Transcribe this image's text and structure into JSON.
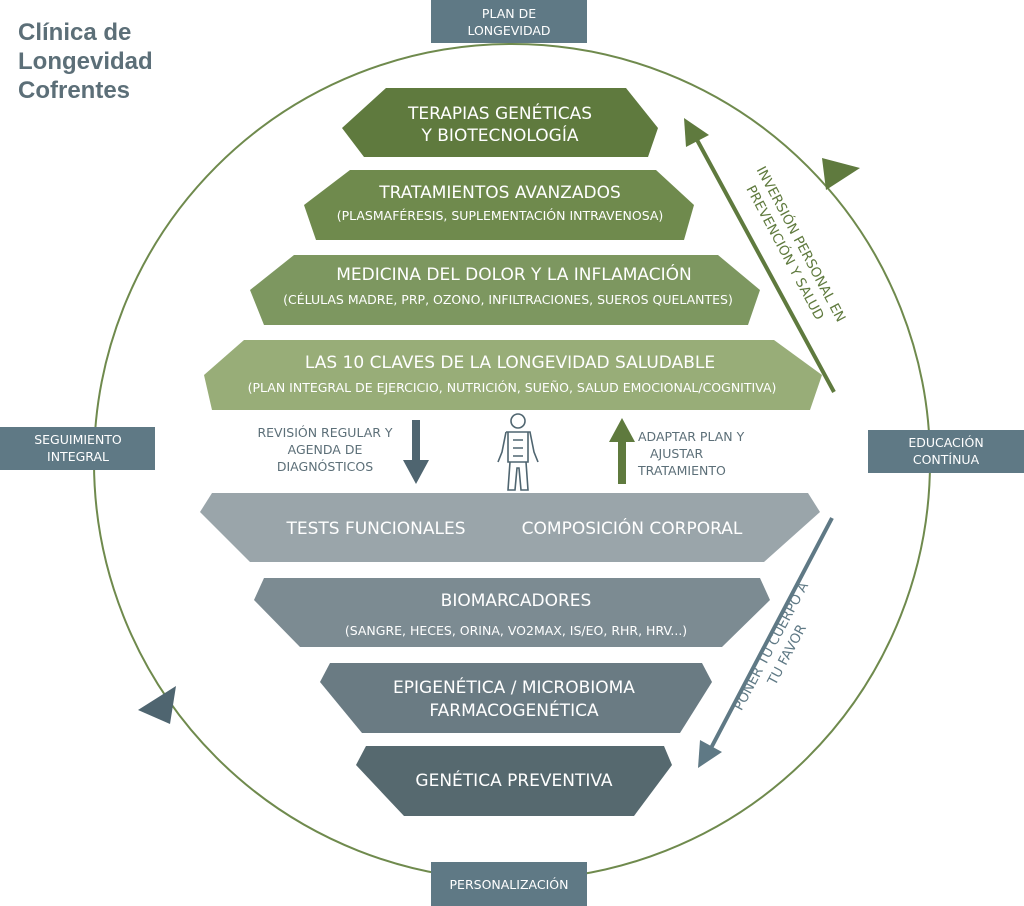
{
  "title_lines": [
    "Clínica de",
    "Longevidad",
    "Cofrentes"
  ],
  "colors": {
    "green_dark": "#5f7a3e",
    "green_mid": "#6f8a4d",
    "green_light": "#98ad78",
    "slate": "#5f7985",
    "slate_dark": "#4f6570",
    "grey_1": "#9aa5aa",
    "grey_2": "#7c8b92",
    "grey_3": "#6a7b83",
    "grey_4": "#56696f",
    "text_muted": "#5c6f78"
  },
  "cycle_labels": {
    "top_line1": "PLAN DE",
    "top_line2": "LONGEVIDAD",
    "right_line1": "EDUCACIÓN",
    "right_line2": "CONTÍNUA",
    "bottom": "PERSONALIZACIÓN",
    "left_line1": "SEGUIMIENTO",
    "left_line2": "INTEGRAL"
  },
  "upper_pyramid": [
    {
      "line1": "TERAPIAS GENÉTICAS",
      "line2": "Y BIOTECNOLOGÍA"
    },
    {
      "line1": "TRATAMIENTOS AVANZADOS",
      "line2": "(PLASMAFÉRESIS, SUPLEMENTACIÓN INTRAVENOSA)"
    },
    {
      "line1": "MEDICINA DEL DOLOR Y LA INFLAMACIÓN",
      "line2": "(CÉLULAS MADRE, PRP, OZONO, INFILTRACIONES, SUEROS QUELANTES)"
    },
    {
      "line1": "LAS 10 CLAVES DE LA LONGEVIDAD SALUDABLE",
      "line2": "(PLAN INTEGRAL DE EJERCICIO, NUTRICIÓN, SUEÑO, SALUD EMOCIONAL/COGNITIVA)"
    }
  ],
  "lower_pyramid": [
    {
      "left": "TESTS FUNCIONALES",
      "right": "COMPOSICIÓN CORPORAL"
    },
    {
      "line1": "BIOMARCADORES",
      "line2": "(SANGRE, HECES, ORINA, VO2MAX, IS/EO, RHR, HRV...)"
    },
    {
      "line1": "EPIGENÉTICA / MICROBIOMA",
      "line2": "FARMACOGENÉTICA"
    },
    {
      "line1": "GENÉTICA PREVENTIVA"
    }
  ],
  "middle": {
    "down_line1": "REVISIÓN REGULAR Y",
    "down_line2": "AGENDA DE",
    "down_line3": "DIAGNÓSTICOS",
    "up_line1": "ADAPTAR PLAN Y",
    "up_line2": "AJUSTAR",
    "up_line3": "TRATAMIENTO"
  },
  "side_text": {
    "upper_line1": "INVERSIÓN PERSONAL EN",
    "upper_line2": "PREVENCIÓN Y SALUD",
    "lower_line1": "PONER TU CUERPO A",
    "lower_line2": "TU FAVOR"
  }
}
